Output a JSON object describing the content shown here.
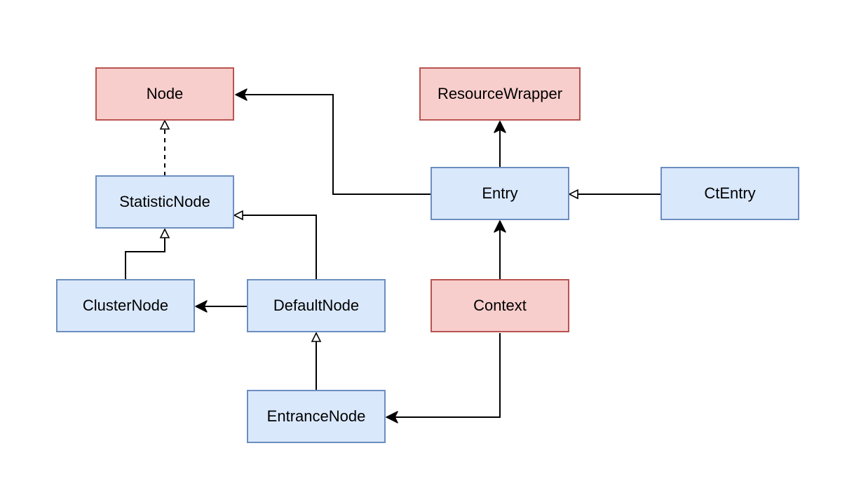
{
  "colors": {
    "interface_fill": "#f8cecc",
    "interface_stroke": "#b85450",
    "class_fill": "#dae8fc",
    "class_stroke": "#6c8ebf",
    "edge": "#000000",
    "background": "#ffffff"
  },
  "nodes": {
    "node": {
      "label": "Node",
      "kind": "interface"
    },
    "resource_wrapper": {
      "label": "ResourceWrapper",
      "kind": "interface"
    },
    "statistic_node": {
      "label": "StatisticNode",
      "kind": "class"
    },
    "entry": {
      "label": "Entry",
      "kind": "class"
    },
    "ct_entry": {
      "label": "CtEntry",
      "kind": "class"
    },
    "cluster_node": {
      "label": "ClusterNode",
      "kind": "class"
    },
    "default_node": {
      "label": "DefaultNode",
      "kind": "class"
    },
    "context": {
      "label": "Context",
      "kind": "interface"
    },
    "entrance_node": {
      "label": "EntranceNode",
      "kind": "class"
    }
  },
  "edges": [
    {
      "from": "statistic_node",
      "to": "node",
      "style": "dashed",
      "head": "hollow-triangle"
    },
    {
      "from": "entry",
      "to": "node",
      "style": "solid",
      "head": "arrow"
    },
    {
      "from": "entry",
      "to": "resource_wrapper",
      "style": "solid",
      "head": "arrow"
    },
    {
      "from": "ct_entry",
      "to": "entry",
      "style": "solid",
      "head": "hollow-triangle"
    },
    {
      "from": "context",
      "to": "entry",
      "style": "solid",
      "head": "arrow"
    },
    {
      "from": "cluster_node",
      "to": "statistic_node",
      "style": "solid",
      "head": "hollow-triangle"
    },
    {
      "from": "default_node",
      "to": "statistic_node",
      "style": "solid",
      "head": "hollow-triangle"
    },
    {
      "from": "default_node",
      "to": "cluster_node",
      "style": "solid",
      "head": "arrow"
    },
    {
      "from": "entrance_node",
      "to": "default_node",
      "style": "solid",
      "head": "hollow-triangle"
    },
    {
      "from": "context",
      "to": "entrance_node",
      "style": "solid",
      "head": "arrow"
    }
  ]
}
